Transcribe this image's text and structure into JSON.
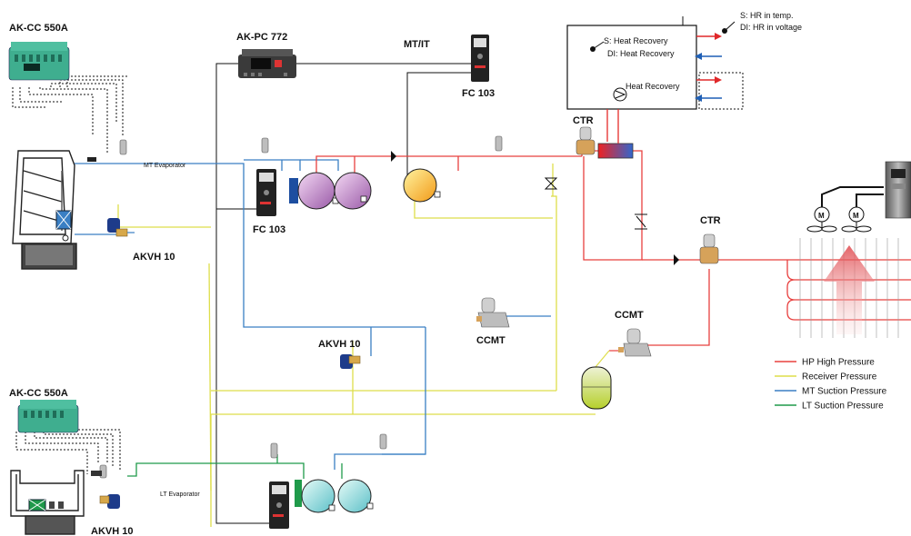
{
  "colors": {
    "hp": "#e8403f",
    "receiver": "#dede4a",
    "mt": "#3a7fc4",
    "lt": "#1f9a4a",
    "control": "#111111",
    "heat_arrow_red": "#e0282a",
    "heat_arrow_blue": "#1f5fb5"
  },
  "labels": {
    "akcc_top": "AK-CC 550A",
    "akpc": "AK-PC 772",
    "mtit": "MT/IT",
    "fc103_top": "FC 103",
    "fc103_mid": "FC 103",
    "akvh_top": "AKVH 10",
    "akvh_mid": "AKVH 10",
    "akvh_bottom": "AKVH 10",
    "akcc_bottom": "AK-CC 550A",
    "mt_evap": "MT Evaporator",
    "lt_evap": "LT Evaporator",
    "ctr_top": "CTR",
    "ctr_right": "CTR",
    "ccmt_mid": "CCMT",
    "ccmt_right": "CCMT",
    "hr_s": "S: Heat Recovery",
    "hr_di": "DI: Heat Recovery",
    "hr_pump": "Heat Recovery",
    "hr_temp": "S: HR in temp.",
    "hr_volt": "DI: HR in voltage",
    "fan_m1": "M",
    "fan_m2": "M"
  },
  "legend": [
    {
      "label": "HP High Pressure",
      "color": "#e8403f"
    },
    {
      "label": "Receiver Pressure",
      "color": "#dede4a"
    },
    {
      "label": "MT Suction Pressure",
      "color": "#3a7fc4"
    },
    {
      "label": "LT Suction Pressure",
      "color": "#1f9a4a"
    }
  ]
}
